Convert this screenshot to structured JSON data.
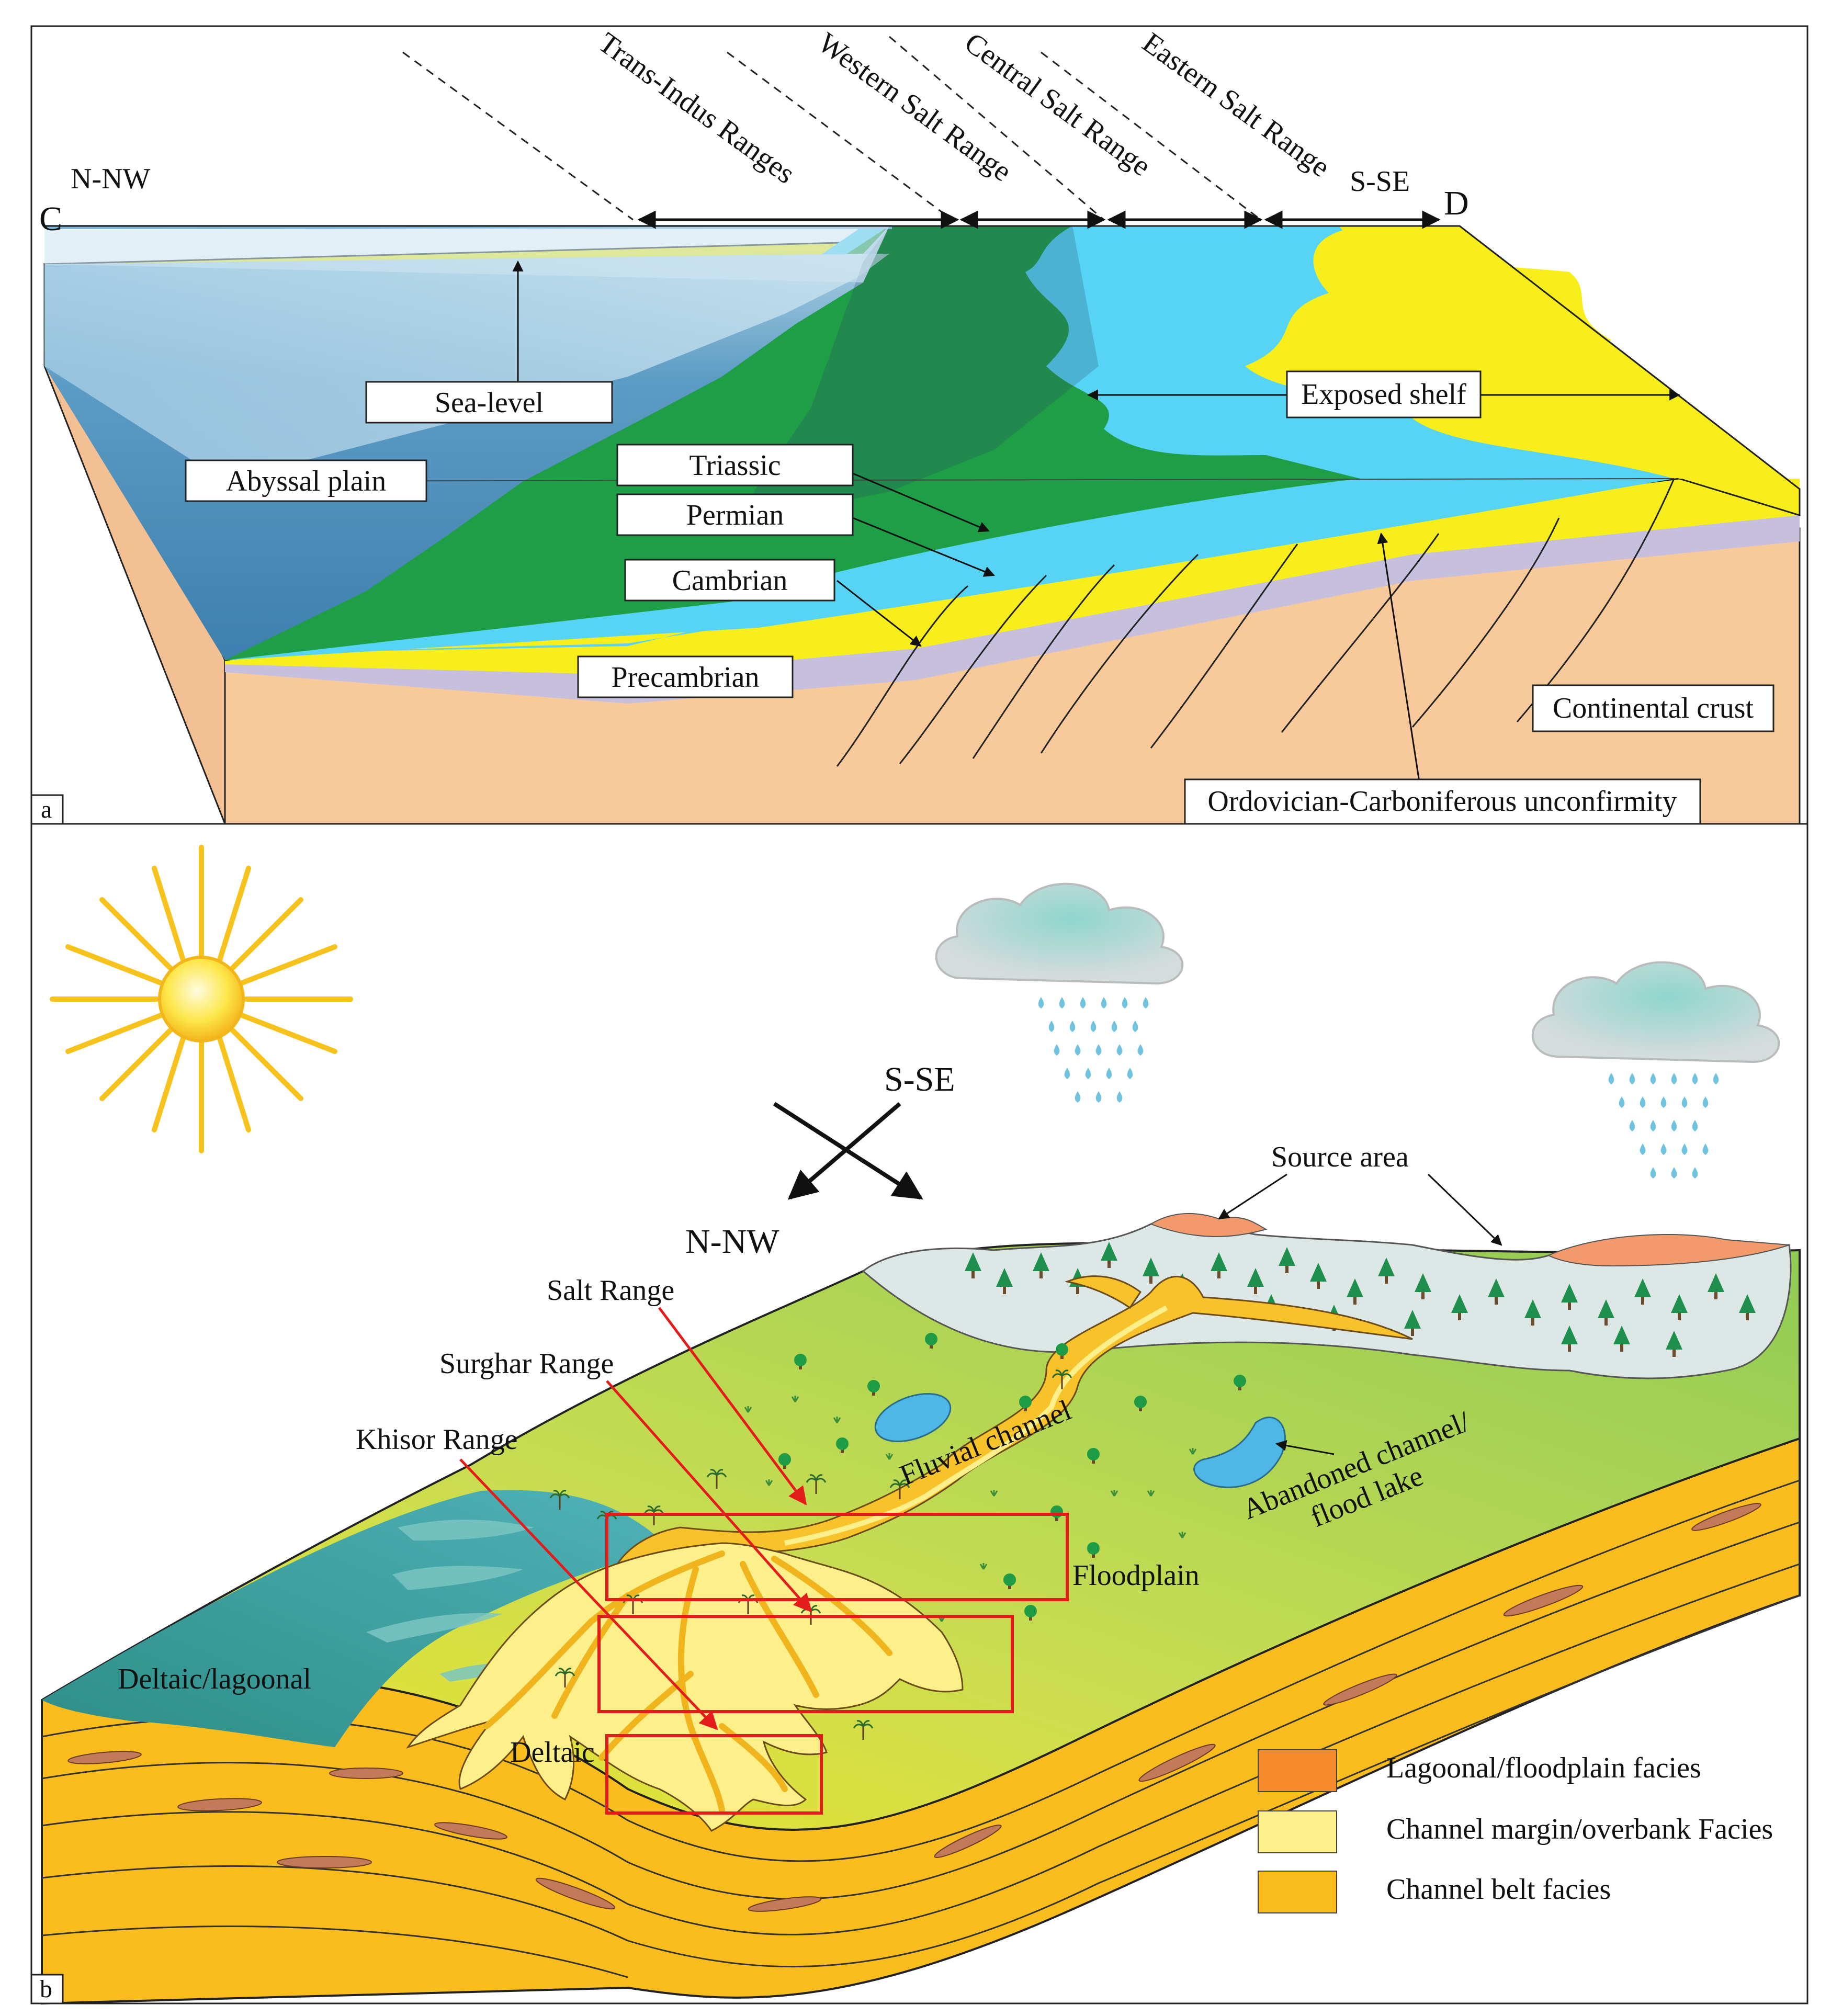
{
  "panel_a": {
    "letter": "a",
    "end_left": "C",
    "end_right": "D",
    "dir_left": "N-NW",
    "dir_right": "S-SE",
    "ranges": [
      "Trans-Indus Ranges",
      "Western Salt Range",
      "Central Salt Range",
      "Eastern Salt Range"
    ],
    "labels": {
      "sea_level": "Sea-level",
      "abyssal_plain": "Abyssal plain",
      "triassic": "Triassic",
      "permian": "Permian",
      "cambrian": "Cambrian",
      "precambrian": "Precambrian",
      "exposed_shelf": "Exposed shelf",
      "continental_crust": "Continental crust",
      "unconformity": "Ordovician-Carboniferous unconfirmity"
    },
    "colors": {
      "sea": "#6aa6c8",
      "triassic": "#1e9e45",
      "permian": "#57d4f5",
      "cambrian": "#f7ee1b",
      "precambrian": "#c6c0de",
      "crust": "#f7c99b"
    }
  },
  "panel_b": {
    "letter": "b",
    "compass": {
      "upper": "S-SE",
      "lower": "N-NW"
    },
    "labels": {
      "source_area": "Source area",
      "salt_range": "Salt Range",
      "surghar_range": "Surghar Range",
      "khisor_range": "Khisor Range",
      "fluvial_channel": "Fluvial channel",
      "abandoned_channel_1": "Abandoned channel/",
      "abandoned_channel_2": "flood lake",
      "floodplain": "Floodplain",
      "deltaic_lagoonal": "Deltaic/lagoonal",
      "deltaic": "Deltaic"
    },
    "legend": [
      {
        "label": "Lagoonal/floodplain facies",
        "color": "#f58a2a"
      },
      {
        "label": "Channel margin/overbank Facies",
        "color": "#fdf08a"
      },
      {
        "label": "Channel belt facies",
        "color": "#fbbd1e"
      }
    ]
  }
}
